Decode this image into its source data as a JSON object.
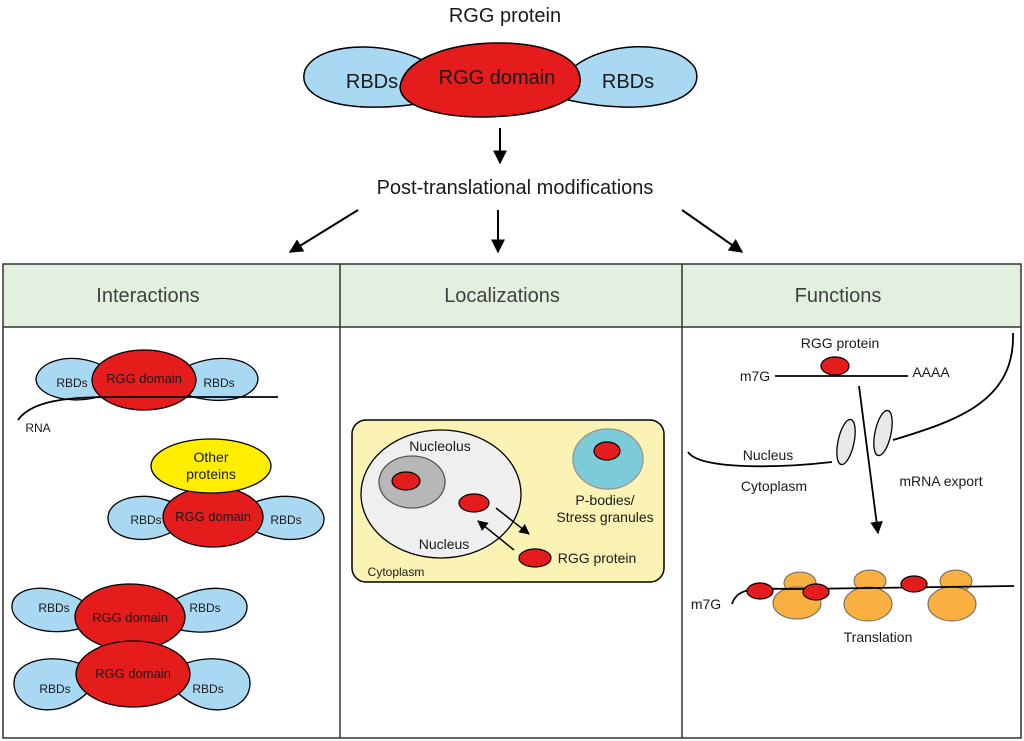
{
  "top": {
    "title": "RGG protein",
    "rbd_left": "RBDs",
    "domain": "RGG domain",
    "rbd_right": "RBDs",
    "ptm": "Post-translational modifications"
  },
  "panels": {
    "interactions": "Interactions",
    "localizations": "Localizations",
    "functions": "Functions"
  },
  "interactions": {
    "rna_rbd_left": "RBDs",
    "rna_domain": "RGG domain",
    "rna_rbd_right": "RBDs",
    "rna_label": "RNA",
    "other_line1": "Other",
    "other_line2": "proteins",
    "op_rbd_left": "RBDs",
    "op_domain": "RGG domain",
    "op_rbd_right": "RBDs",
    "dimer_top_rbd_left": "RBDs",
    "dimer_top_domain": "RGG domain",
    "dimer_top_rbd_right": "RBDs",
    "dimer_bottom_rbd_left": "RBDs",
    "dimer_bottom_domain": "RGG domain",
    "dimer_bottom_rbd_right": "RBDs"
  },
  "localizations": {
    "nucleolus": "Nucleolus",
    "nucleus": "Nucleus",
    "cytoplasm": "Cytoplasm",
    "pbodies_line1": "P-bodies/",
    "pbodies_line2": "Stress granules",
    "rgg_protein": "RGG protein"
  },
  "functions": {
    "rgg_protein": "RGG protein",
    "m7g_top": "m7G",
    "polya": "AAAA",
    "nucleus": "Nucleus",
    "cytoplasm": "Cytoplasm",
    "export": "mRNA export",
    "m7g_bottom": "m7G",
    "translation": "Translation"
  },
  "colors": {
    "rbd": "#a9d8f2",
    "rgg_domain": "#e41c1c",
    "panel_header": "#e3f0df",
    "cytoplasm_box": "#fbf3b4",
    "other_proteins": "#ffee00",
    "nucleolus": "#b7b7b7",
    "pbody": "#7ccbd8",
    "ribosome": "#f9b040"
  }
}
